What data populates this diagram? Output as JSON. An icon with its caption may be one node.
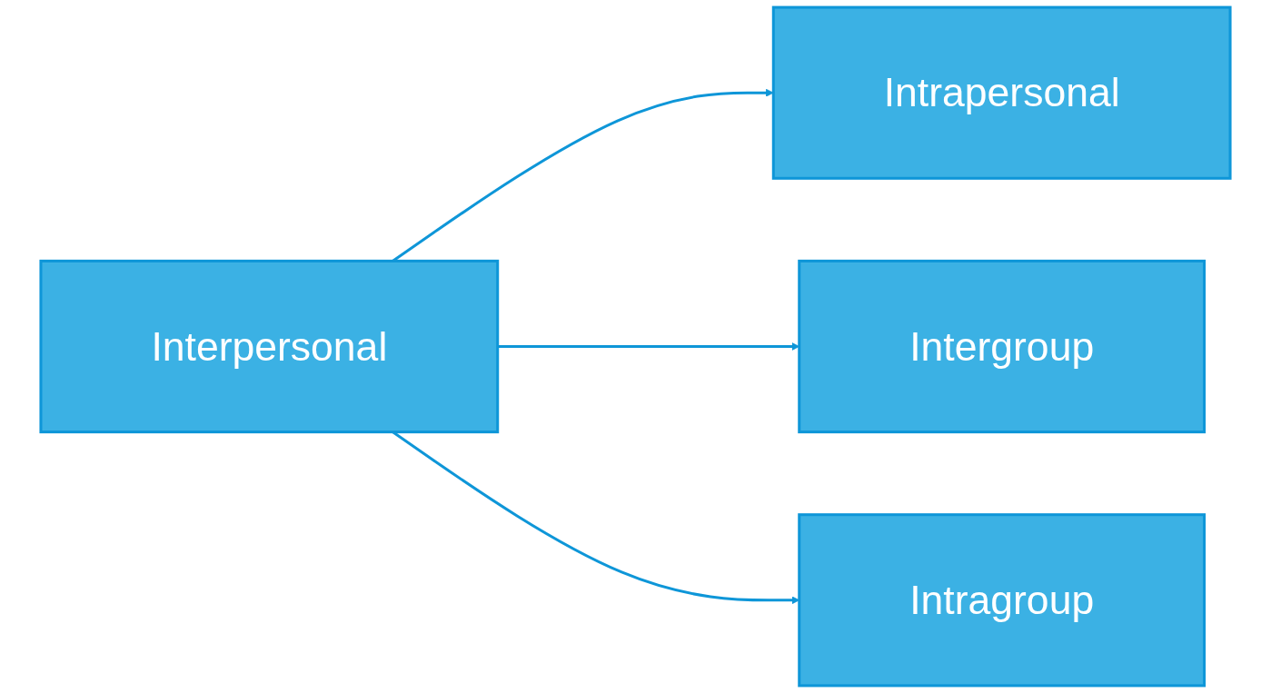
{
  "diagram": {
    "nodes": [
      {
        "text": [
          "Interpersonal"
        ]
      },
      {
        "text": [
          "Intrapersonal"
        ]
      },
      {
        "text": [
          "Intergroup"
        ]
      },
      {
        "text": [
          "Intragroup"
        ]
      }
    ],
    "edges": [
      {
        "from": 0,
        "to": 1,
        "arrow": "to"
      },
      {
        "from": 0,
        "to": 2,
        "arrow": "to"
      },
      {
        "from": 0,
        "to": 3,
        "arrow": "to"
      }
    ]
  }
}
